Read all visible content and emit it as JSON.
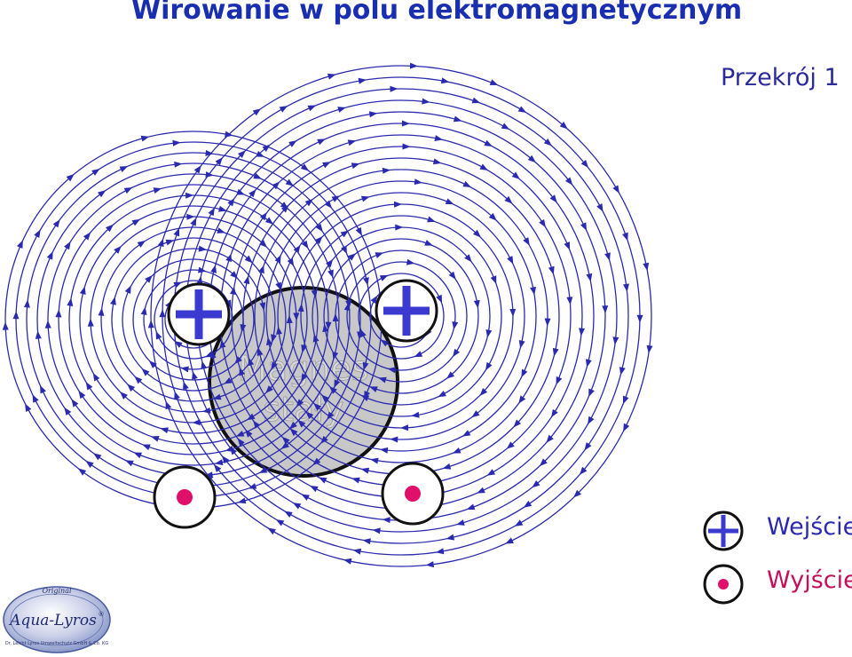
{
  "title": "Wirowanie w polu elektromagnetycznym",
  "subtitle": "Przekrój 1",
  "magnet": {
    "label_line1": "Magnes",
    "label_line2": "stały"
  },
  "legend": {
    "input_label": "Wejście",
    "output_label": "Wyjście"
  },
  "logo": {
    "top_text": "Original",
    "brand": "Aqua-Lyros",
    "registered": "®",
    "ring_text": "Dr. Leicht Lyros Umweltschutz GmbH & Co. KG"
  },
  "colors": {
    "title": "#1a2fb0",
    "field_lines": "#2a2ab0",
    "plus_symbol": "#3a3ad0",
    "output_dot": "#e0106a",
    "legend_input_text": "#2a2ab0",
    "legend_output_text": "#c4105a",
    "magnet_fill": "#c8c8c8"
  }
}
